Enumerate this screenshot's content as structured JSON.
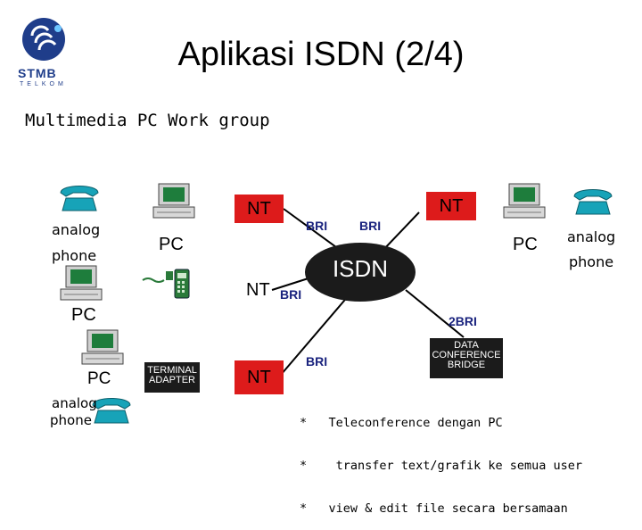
{
  "logo": {
    "name": "STMB",
    "subtext": "TELKOM"
  },
  "title": "Aplikasi ISDN (2/4)",
  "subtitle": "Multimedia PC Work group",
  "nodes": {
    "analog_phone_top_left": {
      "line1": "analog",
      "line2": "phone"
    },
    "pc_top_left": "PC",
    "nt_top_left": "NT",
    "nt_top_right": "NT",
    "pc_top_right": "PC",
    "analog_phone_top_right": {
      "line1": "analog",
      "line2": "phone"
    },
    "pc_middle_left": "PC",
    "nt_middle": "NT",
    "isdn_cloud": "ISDN",
    "pc_bottom_left": "PC",
    "analog_phone_bottom_left": {
      "line1": "analog",
      "line2": "phone"
    },
    "terminal_adapter": {
      "line1": "TERMINAL",
      "line2": "ADAPTER"
    },
    "nt_bottom": "NT",
    "data_conference_bridge": {
      "line1": "DATA",
      "line2": "CONFERENCE",
      "line3": "BRIDGE"
    }
  },
  "link_labels": {
    "bri_top_left": "BRI",
    "bri_top_right": "BRI",
    "bri_middle": "BRI",
    "bri_bottom": "BRI",
    "two_bri": "2BRI"
  },
  "notes": [
    {
      "bullet": "*",
      "text": "Teleconference dengan PC"
    },
    {
      "bullet": "*",
      "text": " transfer text/grafik ke semua user"
    },
    {
      "bullet": "*",
      "text": "view & edit file secara bersamaan"
    }
  ],
  "colors": {
    "nt_box": "#dd1b1b",
    "isdn_cloud": "#1b1b1b",
    "isdn_text": "#ffffff",
    "bri_text": "#1a237e",
    "phone": "#17a3b8",
    "pc_screen": "#1e7d3c"
  }
}
